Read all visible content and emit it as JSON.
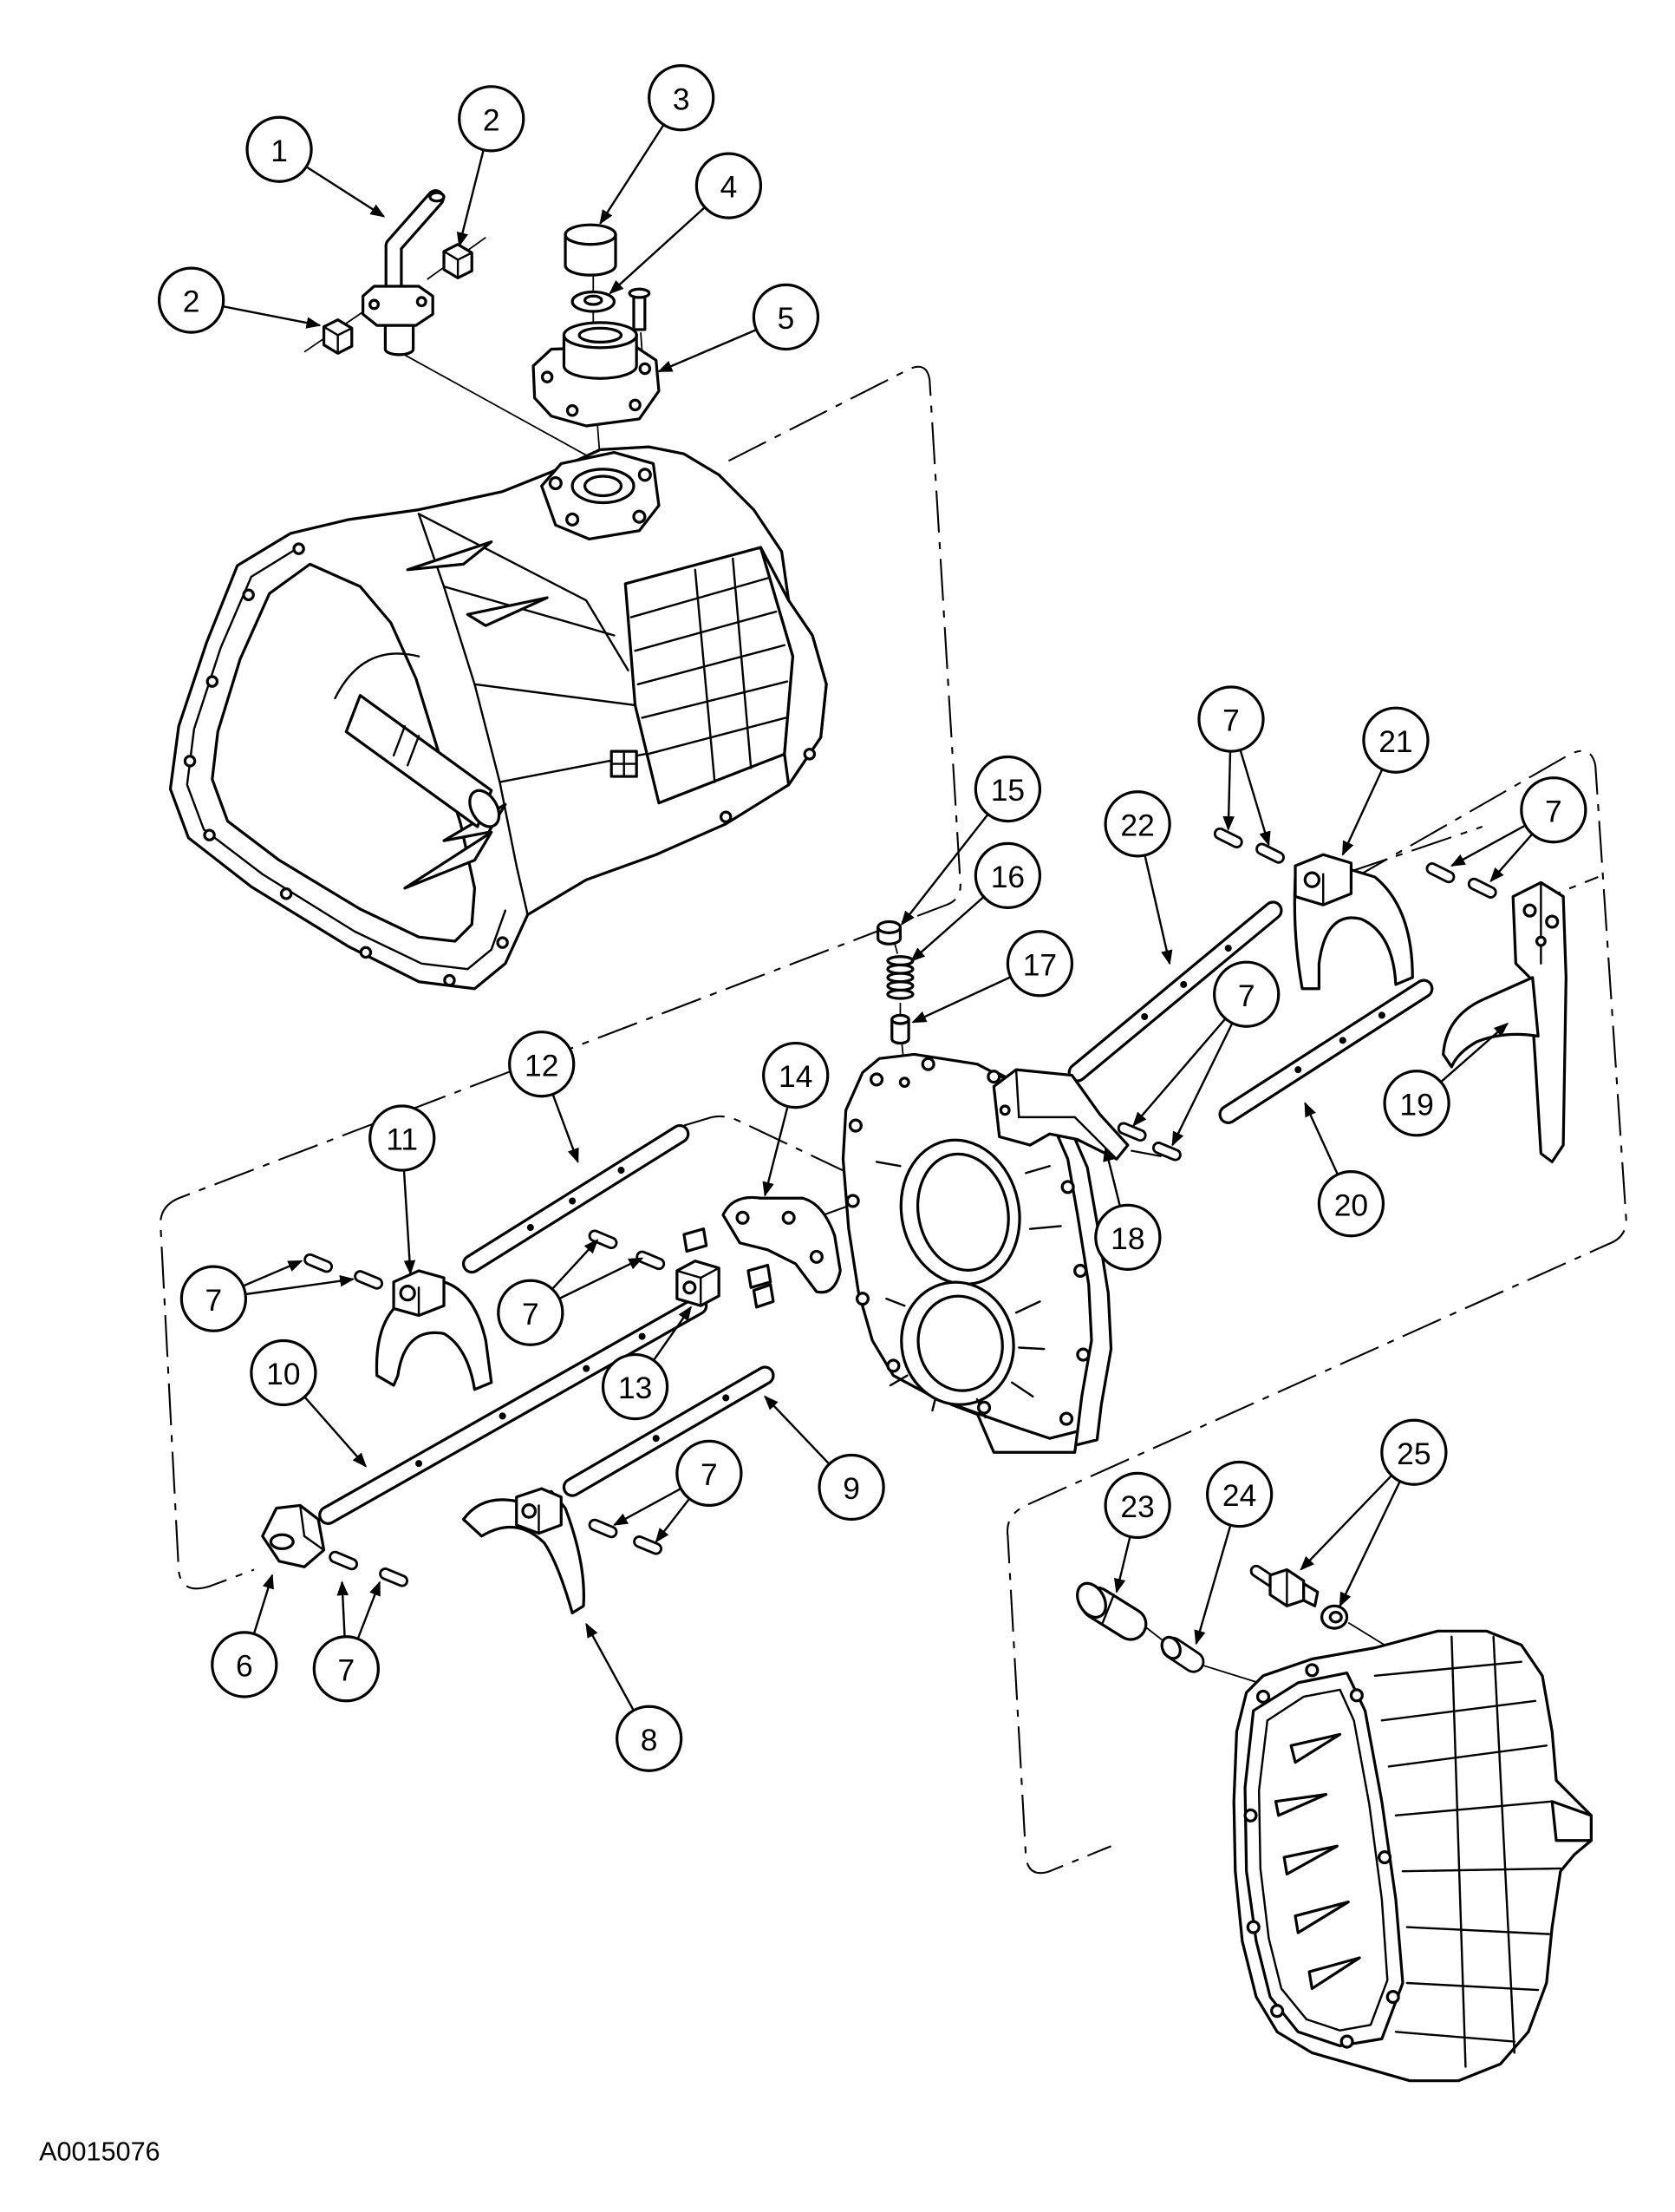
{
  "figure_id": "A0015076",
  "callouts": [
    "1",
    "2",
    "2",
    "3",
    "4",
    "5",
    "15",
    "16",
    "17",
    "22",
    "7",
    "21",
    "7",
    "12",
    "14",
    "7",
    "11",
    "19",
    "20",
    "18",
    "7",
    "7",
    "10",
    "13",
    "7",
    "9",
    "23",
    "24",
    "25",
    "6",
    "7",
    "8"
  ]
}
